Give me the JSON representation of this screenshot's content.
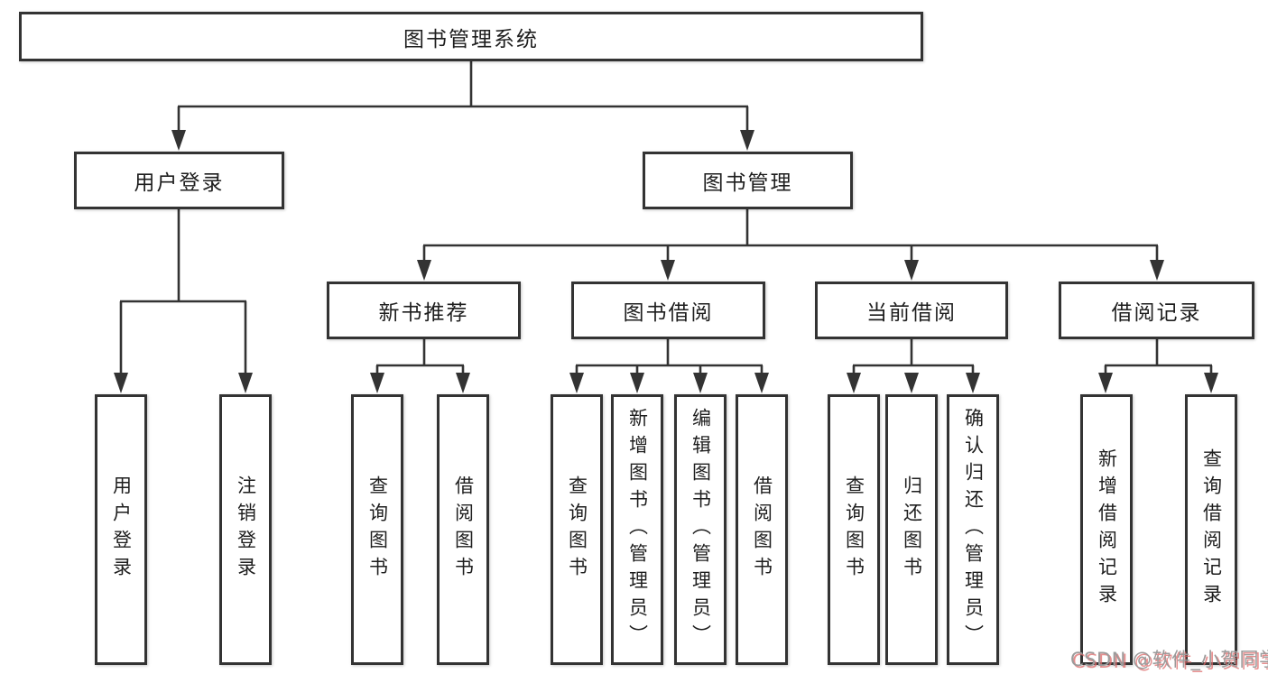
{
  "diagram": {
    "title": "图书管理系统",
    "branches": [
      {
        "label": "用户登录",
        "children": [
          {
            "label": "用户登录"
          },
          {
            "label": "注销登录"
          }
        ]
      },
      {
        "label": "图书管理",
        "children": [
          {
            "label": "新书推荐",
            "children": [
              {
                "label": "查询图书"
              },
              {
                "label": "借阅图书"
              }
            ]
          },
          {
            "label": "图书借阅",
            "children": [
              {
                "label": "查询图书"
              },
              {
                "label": "新增图书（管理员）"
              },
              {
                "label": "编辑图书（管理员）"
              },
              {
                "label": "借阅图书"
              }
            ]
          },
          {
            "label": "当前借阅",
            "children": [
              {
                "label": "查询图书"
              },
              {
                "label": "归还图书"
              },
              {
                "label": "确认归还（管理员）"
              }
            ]
          },
          {
            "label": "借阅记录",
            "children": [
              {
                "label": "新增借阅记录"
              },
              {
                "label": "查询借阅记录"
              }
            ]
          }
        ]
      }
    ]
  },
  "colors": {
    "line": "#333333",
    "box_border": "#333333",
    "text": "#1e1e1e",
    "watermark_gray": "#9b9b9b",
    "watermark_red": "#de6a6a"
  },
  "watermark": {
    "text": "CSDN @软件_小贺同学"
  }
}
